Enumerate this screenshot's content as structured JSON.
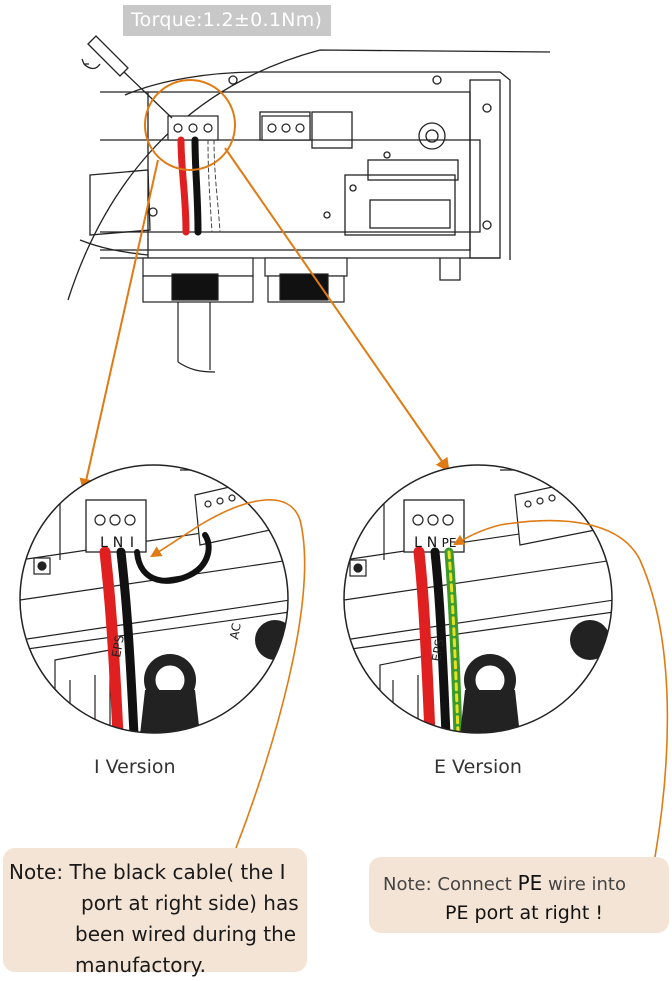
{
  "torque_label": "Torque:1.2±0.1Nm)",
  "left_caption": "I Version",
  "right_caption": "E Version",
  "left_terminal": [
    "L",
    "N",
    "I"
  ],
  "right_terminal": [
    "L",
    "N",
    "PE"
  ],
  "port_marks": [
    "EPS",
    "AC"
  ],
  "note_left": {
    "prefix": "Note:",
    "line1": "The black cable( the I",
    "line2": "port at right side) has",
    "line3": "been wired during the",
    "line4": "manufactory."
  },
  "note_right": {
    "part1": "Note: Connect",
    "pe1": "PE",
    "part2": "wire into",
    "pe2": "PE",
    "part3": "port at right !"
  },
  "colors": {
    "arrow": "#e07b14",
    "red_wire": "#e02020",
    "black_wire": "#111111",
    "pe_wire_green": "#3a9a2a",
    "pe_wire_yellow": "#e8e020",
    "note_bg": "#f3e4d6",
    "torque_bg": "#c8c8c8"
  }
}
